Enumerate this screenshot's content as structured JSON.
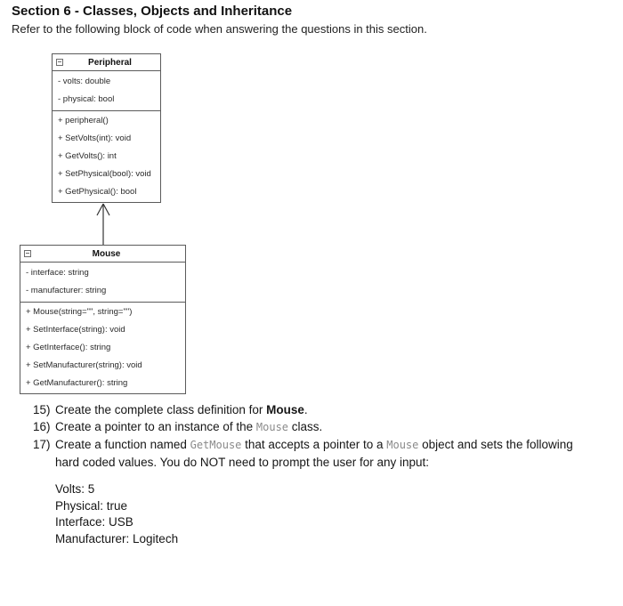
{
  "header": {
    "title": "Section 6 - Classes, Objects and Inheritance",
    "subtitle": "Refer to the following block of code when answering the questions in this section."
  },
  "diagram": {
    "relationship": "inheritance-open-arrow-up",
    "classes": [
      {
        "name": "Peripheral",
        "collapse_icon": "minus-box-icon",
        "attributes": [
          "- volts: double",
          "- physical: bool"
        ],
        "methods": [
          "+ peripheral()",
          "+ SetVolts(int): void",
          "+ GetVolts(): int",
          "+ SetPhysical(bool): void",
          "+ GetPhysical(): bool"
        ]
      },
      {
        "name": "Mouse",
        "collapse_icon": "minus-box-icon",
        "attributes": [
          "- interface: string",
          "- manufacturer: string"
        ],
        "methods": [
          "+ Mouse(string=\"\", string=\"\")",
          "+ SetInterface(string): void",
          "+ GetInterface(): string",
          "+ SetManufacturer(string): void",
          "+ GetManufacturer(): string"
        ]
      }
    ]
  },
  "questions": [
    {
      "number": "15)",
      "segments": [
        {
          "text": "Create the complete class definition for ",
          "style": "plain"
        },
        {
          "text": "Mouse",
          "style": "bold"
        },
        {
          "text": ".",
          "style": "plain"
        }
      ]
    },
    {
      "number": "16)",
      "segments": [
        {
          "text": "Create a pointer to an instance of the ",
          "style": "plain"
        },
        {
          "text": "Mouse",
          "style": "code"
        },
        {
          "text": " class.",
          "style": "plain"
        }
      ]
    },
    {
      "number": "17)",
      "segments": [
        {
          "text": "Create a function named ",
          "style": "plain"
        },
        {
          "text": "GetMouse",
          "style": "code"
        },
        {
          "text": " that accepts a pointer to a ",
          "style": "plain"
        },
        {
          "text": "Mouse",
          "style": "code"
        },
        {
          "text": " object and sets the following hard coded values. You do NOT need to prompt the user for any input:",
          "style": "plain"
        }
      ]
    }
  ],
  "hardcoded_values": [
    "Volts: 5",
    "Physical: true",
    "Interface: USB",
    "Manufacturer: Logitech"
  ],
  "colors": {
    "text": "#1f1f1f",
    "box_border": "#5b5b5b",
    "code_text": "#8a8a8a",
    "arrow": "#333333"
  }
}
